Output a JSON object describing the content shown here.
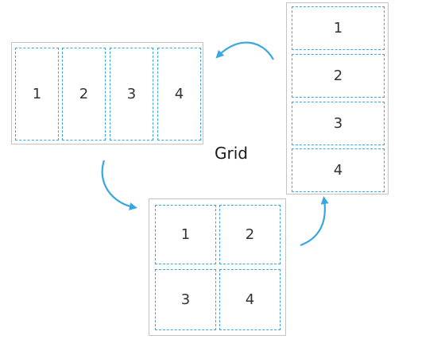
{
  "label": "Grid",
  "colors": {
    "accent": "#3aa6df",
    "frame_border": "#c4c4c4",
    "text": "#333333"
  },
  "horizontal_layout": {
    "cells": [
      "1",
      "2",
      "3",
      "4"
    ]
  },
  "vertical_layout": {
    "cells": [
      "1",
      "2",
      "3",
      "4"
    ]
  },
  "grid_layout": {
    "cells": [
      "1",
      "2",
      "3",
      "4"
    ]
  },
  "arrows": [
    "arrow-vertical-to-horizontal",
    "arrow-horizontal-to-grid",
    "arrow-grid-to-vertical"
  ]
}
